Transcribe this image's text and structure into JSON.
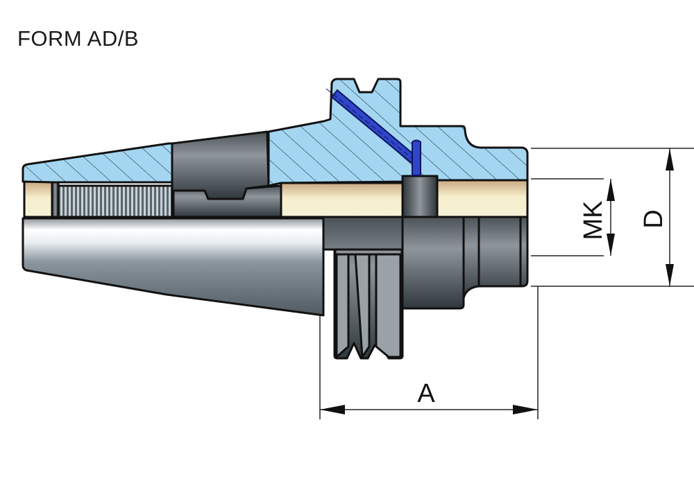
{
  "title": "FORM AD/B",
  "dimensions": {
    "a_label": "A",
    "d_label": "D",
    "mk_label": "MK"
  },
  "colors": {
    "section_hatch_fill": "#9fd3f0",
    "bore_fill": "#f3ecc8",
    "steel_dark": "#3d464c",
    "pin_blue": "#2a3fbf"
  }
}
